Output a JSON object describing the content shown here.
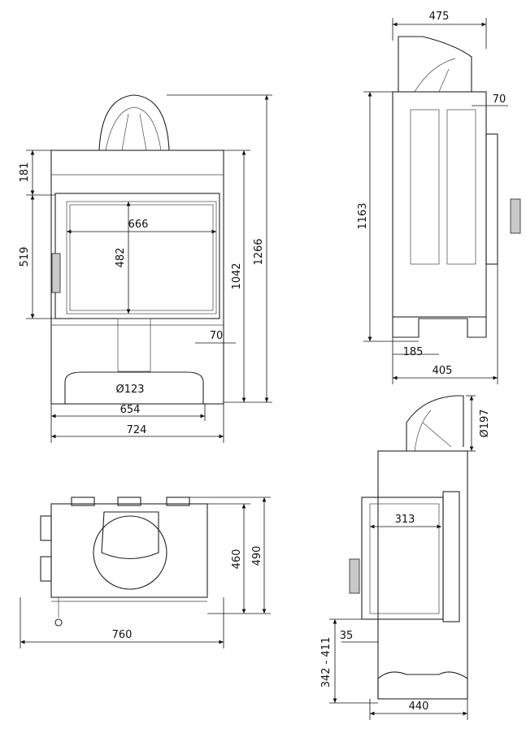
{
  "front_view": {
    "dim_top_offset": "181",
    "dim_door_height": "519",
    "dim_glass_width": "666",
    "dim_glass_height": "482",
    "dim_body_height": "1042",
    "dim_total_height": "1266",
    "dim_side_offset": "70",
    "dim_flue_diameter": "Ø123",
    "dim_inner_width": "654",
    "dim_total_width": "724"
  },
  "side_view": {
    "dim_top_width": "475",
    "dim_panel_offset": "70",
    "dim_height": "1163",
    "dim_foot_offset": "185",
    "dim_depth": "405"
  },
  "top_view": {
    "dim_inner_depth": "460",
    "dim_total_depth": "490",
    "dim_width": "760"
  },
  "side_view_2": {
    "dim_flue_diameter": "Ø197",
    "dim_glass_width": "313",
    "dim_offset": "35",
    "dim_height_range": "342 - 411",
    "dim_width": "440"
  }
}
